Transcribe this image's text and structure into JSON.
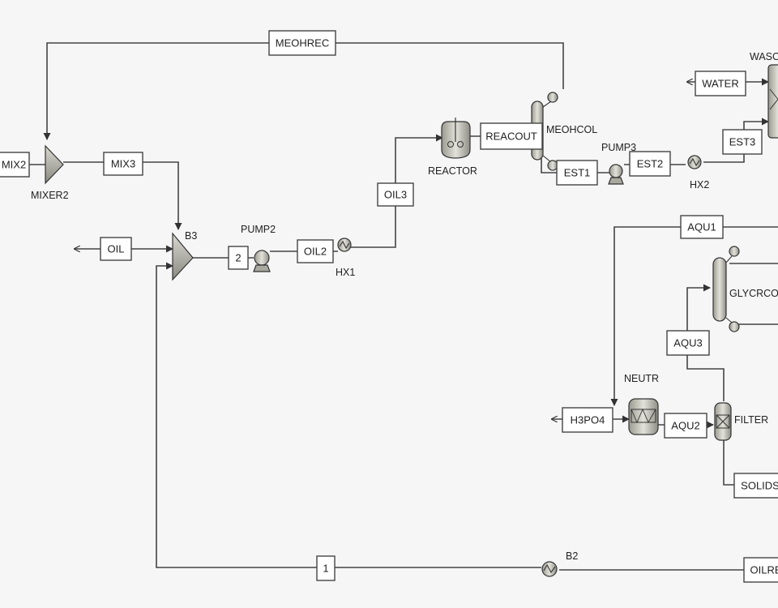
{
  "streams": {
    "meohrec": "MEOHREC",
    "mix2": "MIX2",
    "mix3": "MIX3",
    "oil": "OIL",
    "s2": "2",
    "oil2": "OIL2",
    "oil3": "OIL3",
    "reacout": "REACOUT",
    "est1": "EST1",
    "est2": "EST2",
    "est3": "EST3",
    "water": "WATER",
    "aqu1": "AQU1",
    "aqu2": "AQU2",
    "aqu3": "AQU3",
    "h3po4": "H3PO4",
    "solids": "SOLIDS",
    "s1": "1",
    "oilre": "OILRE"
  },
  "blocks": {
    "mixer2": "MIXER2",
    "b3": "B3",
    "pump2": "PUMP2",
    "hx1": "HX1",
    "reactor": "REACTOR",
    "meohcol": "MEOHCOL",
    "pump3": "PUMP3",
    "hx2": "HX2",
    "wash": "WASC",
    "glycrcol": "GLYCRCO",
    "neutr": "NEUTR",
    "filter": "FILTER",
    "b2": "B2"
  },
  "colors": {
    "line": "#444444",
    "equipment": "#c8c8bf",
    "background": "#f6f6f6"
  }
}
